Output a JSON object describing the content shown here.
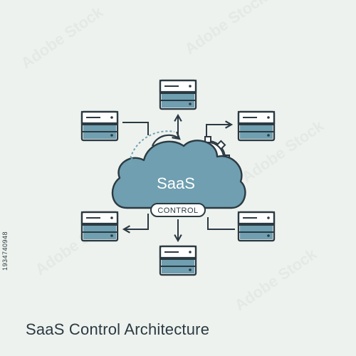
{
  "diagram": {
    "cloud_label": "SaaS",
    "control_label": "CONTROL",
    "servers": [
      {
        "id": "top"
      },
      {
        "id": "top-left"
      },
      {
        "id": "top-right"
      },
      {
        "id": "bottom-left"
      },
      {
        "id": "bottom-right"
      },
      {
        "id": "bottom"
      }
    ]
  },
  "caption": {
    "part1": "SaaS",
    "part2": " Control Architecture"
  },
  "stock_id": "1934740948",
  "watermark_text": "Adobe Stock",
  "colors": {
    "background": "#eef2ee",
    "outline": "#2b3a42",
    "cloud_fill": "#6f9fb0",
    "server_fill": "#6f9fb0",
    "server_face": "#ffffff",
    "accent": "#6fa3b4"
  },
  "icons": {
    "refresh": "circular-arrow-icon",
    "gear": "gear-icon"
  }
}
